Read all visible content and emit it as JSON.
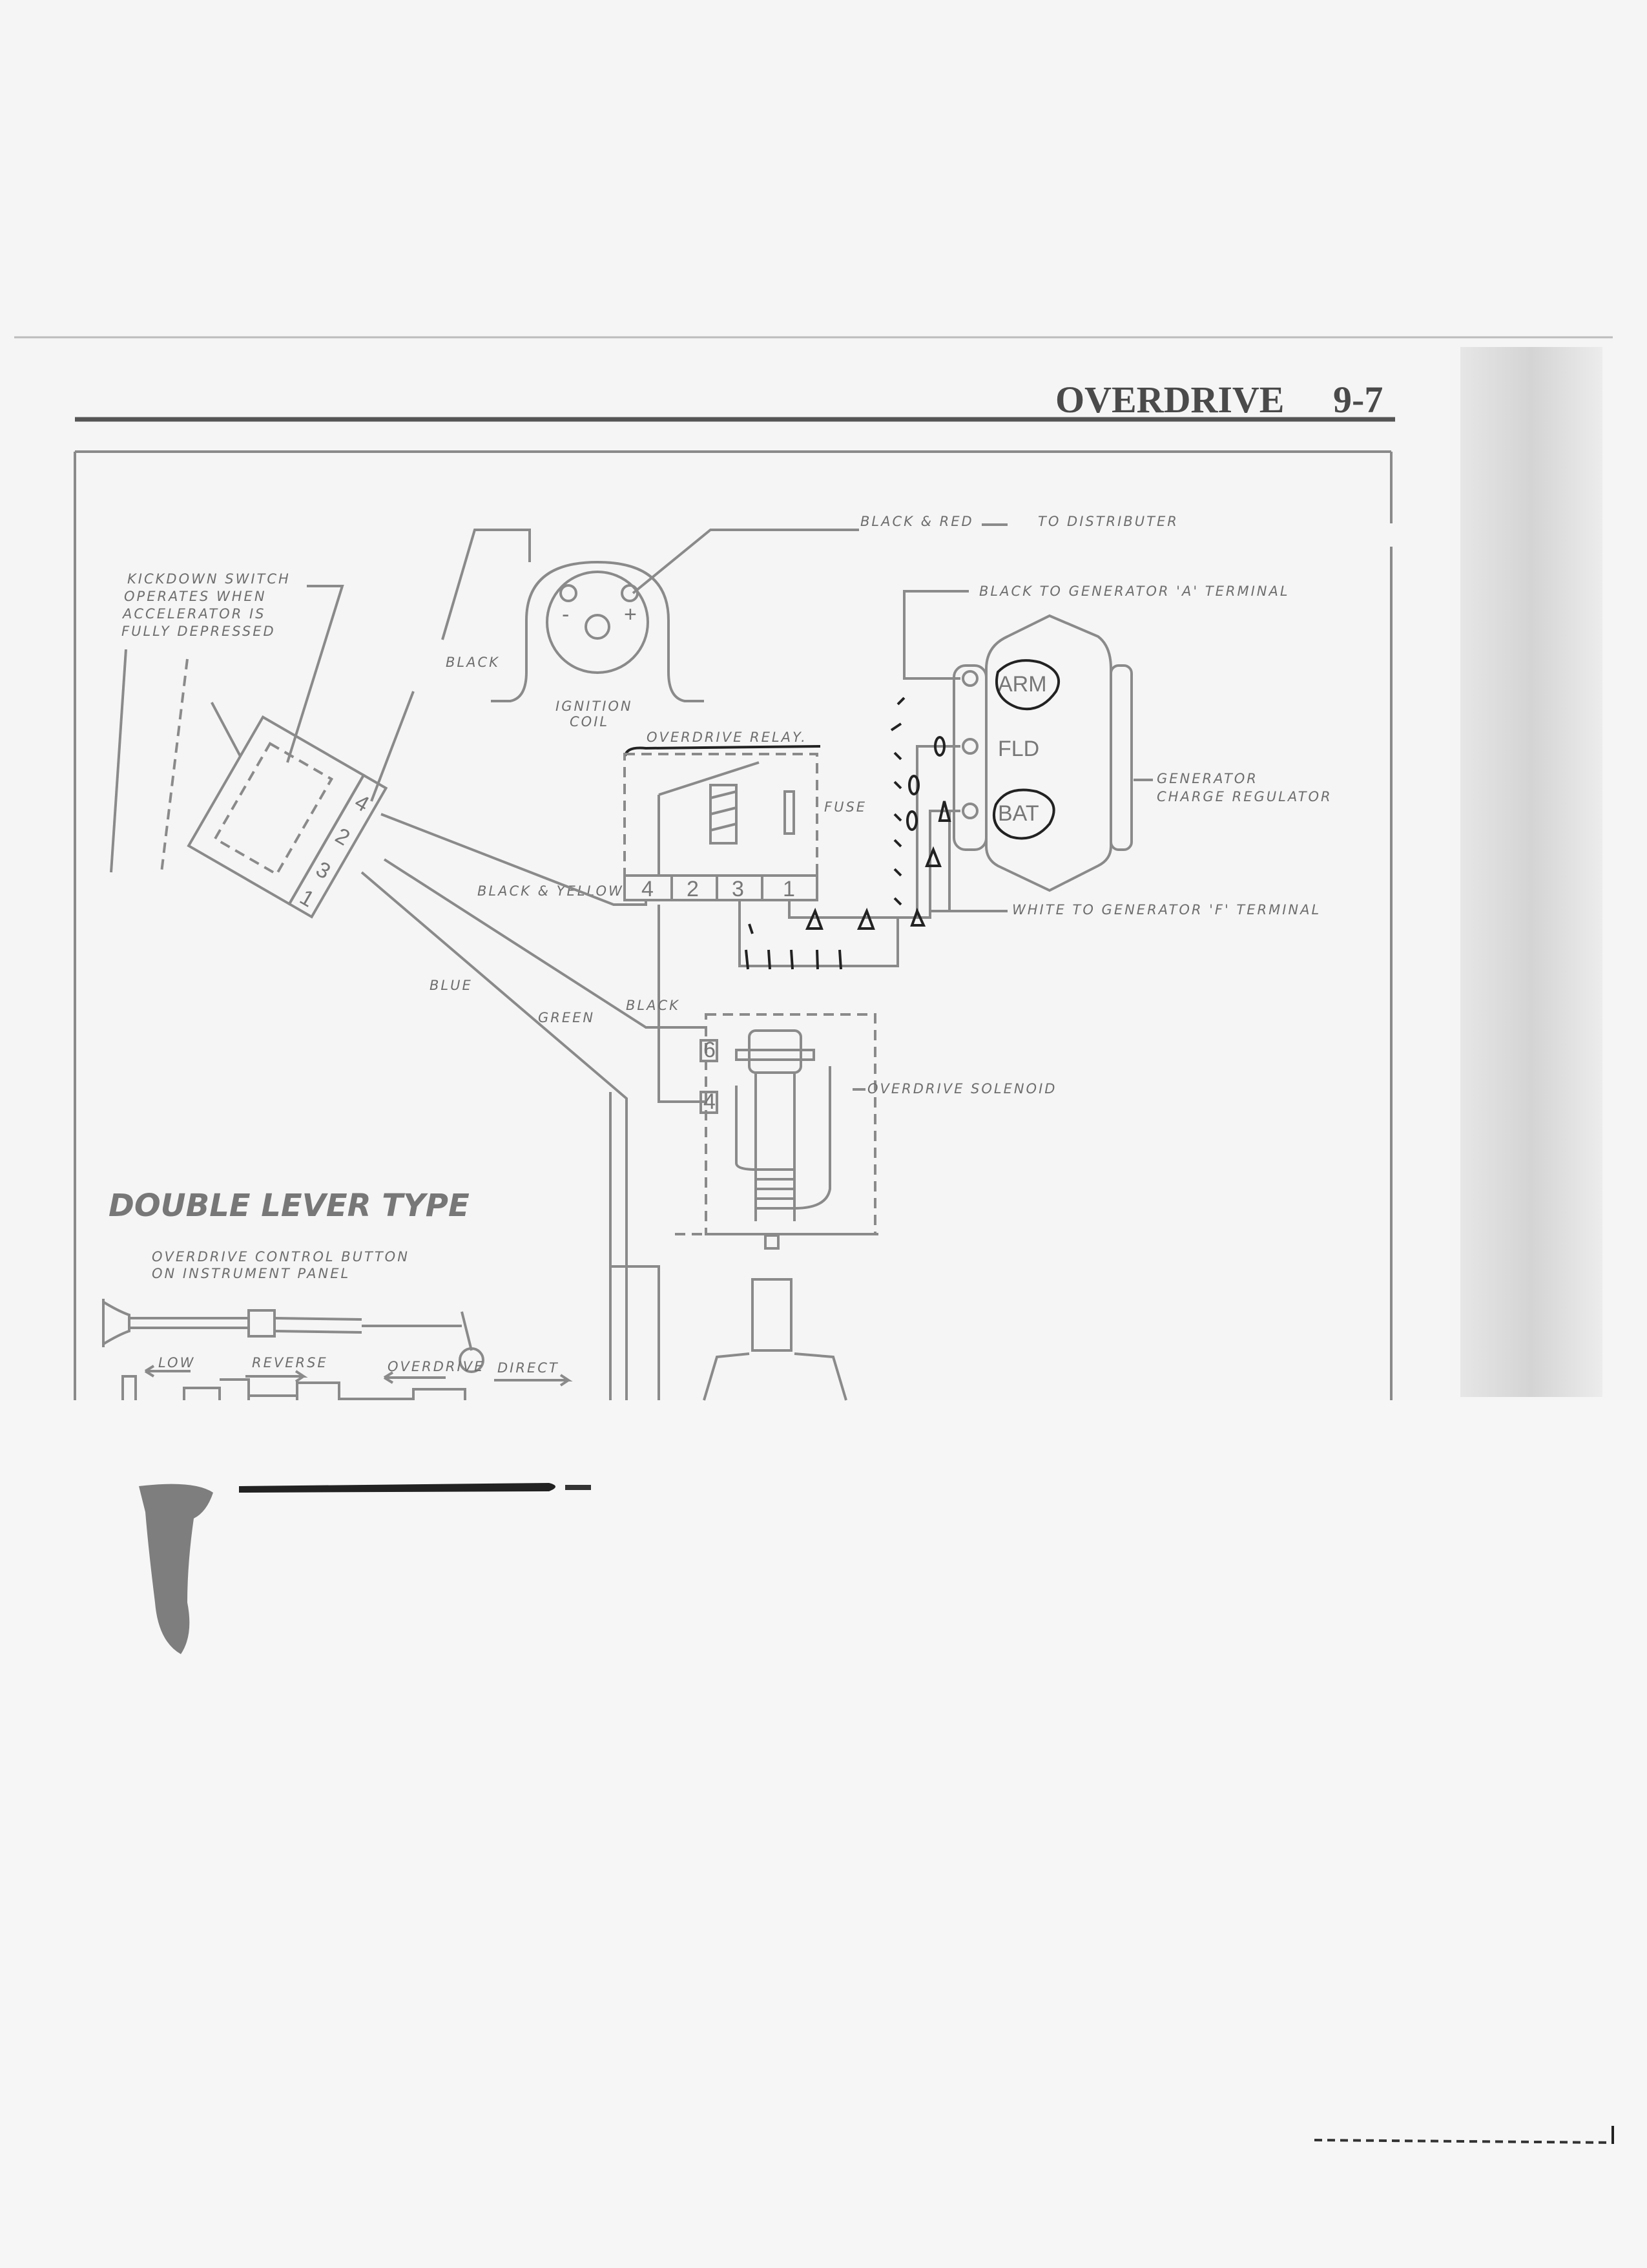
{
  "header": {
    "title": "OVERDRIVE",
    "page_number": "9-7"
  },
  "diagram": {
    "kickdown_label": [
      "KICKDOWN SWITCH",
      "OPERATES WHEN",
      "ACCELERATOR IS",
      "FULLY DEPRESSED"
    ],
    "black_wire": "BLACK",
    "ignition_coil": [
      "IGNITION",
      "COIL"
    ],
    "coil_minus": "-",
    "coil_plus": "+",
    "black_red_label": "BLACK & RED",
    "to_distributer": "TO DISTRIBUTER",
    "black_to_gen_a": "BLACK TO GENERATOR 'A' TERMINAL",
    "regulator_terminals": {
      "arm": "ARM",
      "fld": "FLD",
      "bat": "BAT"
    },
    "regulator_label": [
      "GENERATOR",
      "CHARGE REGULATOR"
    ],
    "relay_label": "OVERDRIVE RELAY.",
    "fuse_label": "FUSE",
    "relay_terminals": [
      "4",
      "2",
      "3",
      "1"
    ],
    "black_yellow": "BLACK & YELLOW",
    "white_to_gen_f": "WHITE TO GENERATOR 'F' TERMINAL",
    "blue": "BLUE",
    "green": "GREEN",
    "black_lower": "BLACK",
    "solenoid_terminals": [
      "6",
      "4"
    ],
    "solenoid_label": "OVERDRIVE SOLENOID",
    "switch_terminals": [
      "4",
      "2",
      "3",
      "1"
    ]
  },
  "lever": {
    "title": "DOUBLE LEVER TYPE",
    "button_label": [
      "OVERDRIVE CONTROL BUTTON",
      "ON INSTRUMENT PANEL"
    ],
    "positions": [
      "LOW",
      "REVERSE",
      "OVERDRIVE",
      "DIRECT"
    ]
  }
}
